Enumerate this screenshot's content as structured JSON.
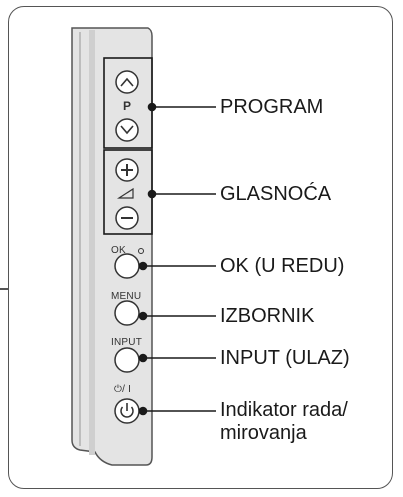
{
  "labels": {
    "program": "PROGRAM",
    "volume": "GLASNOĆA",
    "ok": "OK (U REDU)",
    "menu": "IZBORNIK",
    "input": "INPUT (ULAZ)",
    "power_line1": "Indikator rada/",
    "power_line2": "mirovanja"
  },
  "panel_text": {
    "p": "P",
    "ok": "OK",
    "menu": "MENU",
    "input": "INPUT",
    "power": "⏻/ I"
  },
  "icons": [
    "chevron-up-icon",
    "chevron-down-icon",
    "plus-icon",
    "volume-icon",
    "minus-icon",
    "power-icon"
  ],
  "colors": {
    "line": "#1a1a1a",
    "panel": "#e6e6e6",
    "panel_edge": "#cfcfcf"
  }
}
